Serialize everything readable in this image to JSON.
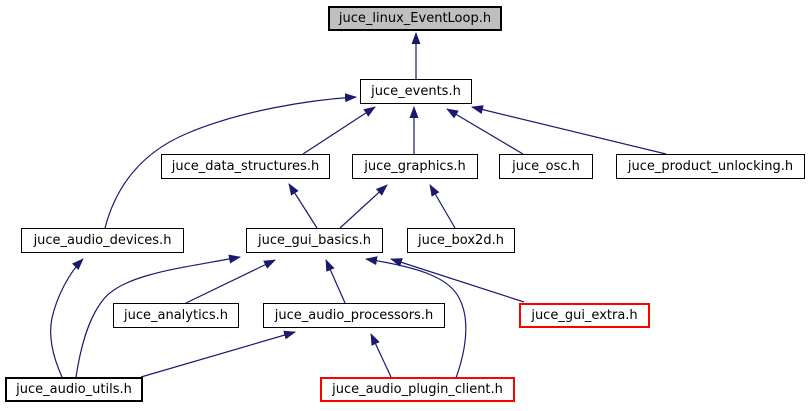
{
  "diagram": {
    "kind": "include-dependency-graph",
    "root": "juce_linux_EventLoop.h"
  },
  "colors": {
    "background": "#ffffff",
    "edge": "#191970",
    "node_border": "#000000",
    "truncated_border": "#ff0000",
    "current_fill": "#bfbfbf",
    "text": "#000000"
  },
  "nodes": {
    "juce_linux_EventLoop": {
      "label": "juce_linux_EventLoop.h",
      "style": "current"
    },
    "juce_events": {
      "label": "juce_events.h",
      "style": "normal"
    },
    "juce_data_structures": {
      "label": "juce_data_structures.h",
      "style": "normal"
    },
    "juce_graphics": {
      "label": "juce_graphics.h",
      "style": "normal"
    },
    "juce_osc": {
      "label": "juce_osc.h",
      "style": "normal"
    },
    "juce_product_unlocking": {
      "label": "juce_product_unlocking.h",
      "style": "normal"
    },
    "juce_audio_devices": {
      "label": "juce_audio_devices.h",
      "style": "normal"
    },
    "juce_gui_basics": {
      "label": "juce_gui_basics.h",
      "style": "normal"
    },
    "juce_box2d": {
      "label": "juce_box2d.h",
      "style": "normal"
    },
    "juce_analytics": {
      "label": "juce_analytics.h",
      "style": "normal"
    },
    "juce_audio_processors": {
      "label": "juce_audio_processors.h",
      "style": "normal"
    },
    "juce_gui_extra": {
      "label": "juce_gui_extra.h",
      "style": "truncated"
    },
    "juce_audio_utils": {
      "label": "juce_audio_utils.h",
      "style": "bold"
    },
    "juce_audio_plugin_client": {
      "label": "juce_audio_plugin_client.h",
      "style": "truncated"
    }
  },
  "edges": [
    {
      "from": "juce_events",
      "to": "juce_linux_EventLoop"
    },
    {
      "from": "juce_data_structures",
      "to": "juce_events"
    },
    {
      "from": "juce_graphics",
      "to": "juce_events"
    },
    {
      "from": "juce_osc",
      "to": "juce_events"
    },
    {
      "from": "juce_product_unlocking",
      "to": "juce_events"
    },
    {
      "from": "juce_audio_devices",
      "to": "juce_events"
    },
    {
      "from": "juce_gui_basics",
      "to": "juce_data_structures"
    },
    {
      "from": "juce_gui_basics",
      "to": "juce_graphics"
    },
    {
      "from": "juce_box2d",
      "to": "juce_graphics"
    },
    {
      "from": "juce_analytics",
      "to": "juce_gui_basics"
    },
    {
      "from": "juce_audio_processors",
      "to": "juce_gui_basics"
    },
    {
      "from": "juce_gui_extra",
      "to": "juce_gui_basics"
    },
    {
      "from": "juce_audio_plugin_client",
      "to": "juce_gui_basics"
    },
    {
      "from": "juce_audio_utils",
      "to": "juce_audio_devices"
    },
    {
      "from": "juce_audio_utils",
      "to": "juce_gui_basics"
    },
    {
      "from": "juce_audio_utils",
      "to": "juce_audio_processors"
    },
    {
      "from": "juce_audio_plugin_client",
      "to": "juce_audio_processors"
    }
  ]
}
